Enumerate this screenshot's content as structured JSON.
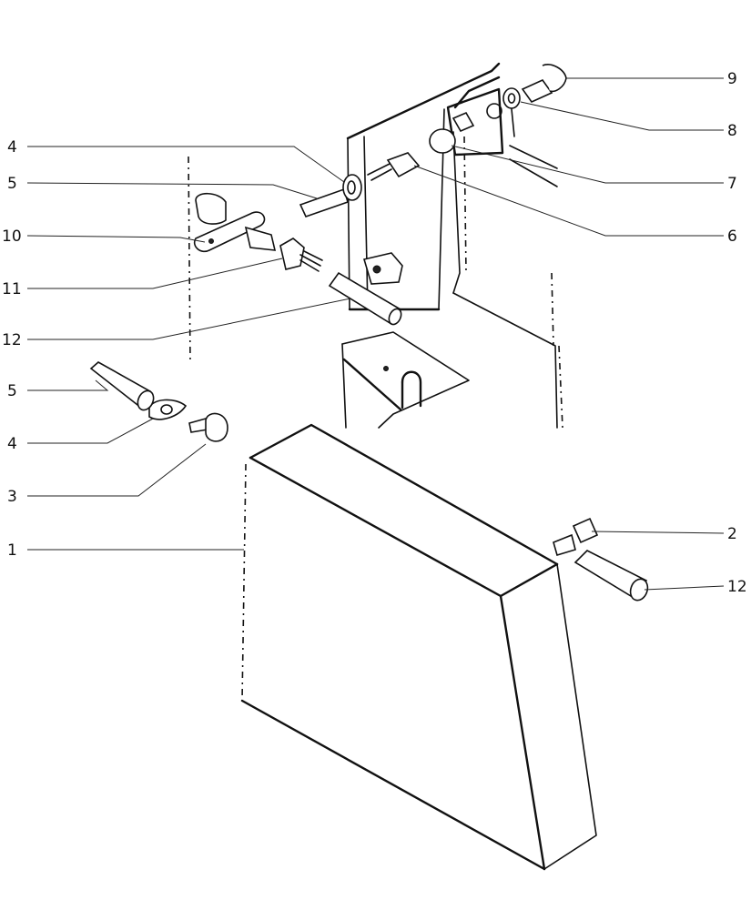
{
  "callouts": [
    {
      "id": "c-4a",
      "label": "4"
    },
    {
      "id": "c-5a",
      "label": "5"
    },
    {
      "id": "c-10",
      "label": "10"
    },
    {
      "id": "c-11",
      "label": "11"
    },
    {
      "id": "c-12a",
      "label": "12"
    },
    {
      "id": "c-5b",
      "label": "5"
    },
    {
      "id": "c-4b",
      "label": "4"
    },
    {
      "id": "c-3",
      "label": "3"
    },
    {
      "id": "c-1",
      "label": "1"
    },
    {
      "id": "c-9",
      "label": "9"
    },
    {
      "id": "c-8",
      "label": "8"
    },
    {
      "id": "c-7",
      "label": "7"
    },
    {
      "id": "c-6",
      "label": "6"
    },
    {
      "id": "c-2",
      "label": "2"
    },
    {
      "id": "c-12b",
      "label": "12"
    }
  ]
}
